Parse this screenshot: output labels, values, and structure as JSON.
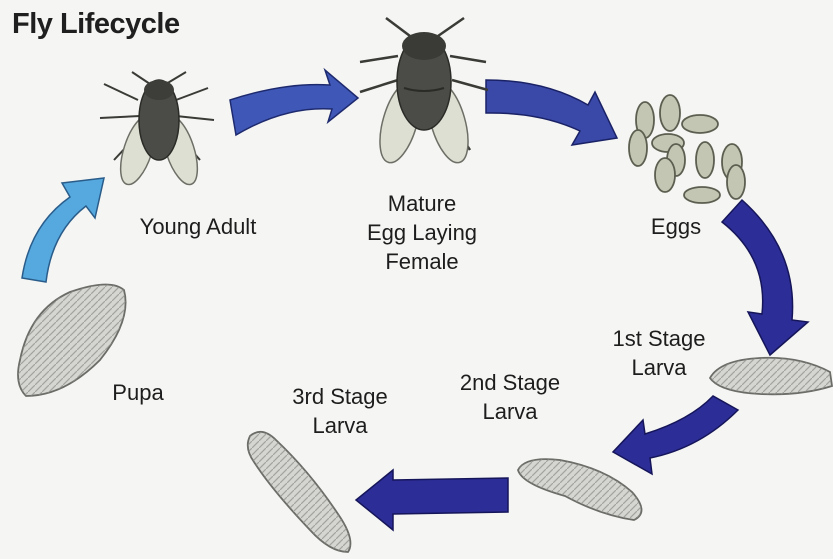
{
  "title": "Fly Lifecycle",
  "stages": {
    "young_adult": [
      "Young Adult"
    ],
    "mature_female": [
      "Mature",
      "Egg Laying",
      "Female"
    ],
    "eggs": [
      "Eggs"
    ],
    "first_larva": [
      "1st Stage",
      "Larva"
    ],
    "second_larva": [
      "2nd Stage",
      "Larva"
    ],
    "third_larva": [
      "3rd Stage",
      "Larva"
    ],
    "pupa": [
      "Pupa"
    ]
  },
  "colors": {
    "arrow_dark": "#2d2d97",
    "arrow_mid": "#3f58b8",
    "arrow_light": "#55a9df",
    "larva_fill": "#d5d5d2",
    "egg_fill": "#c3c6b3",
    "fly_body": "#4b4b47"
  }
}
